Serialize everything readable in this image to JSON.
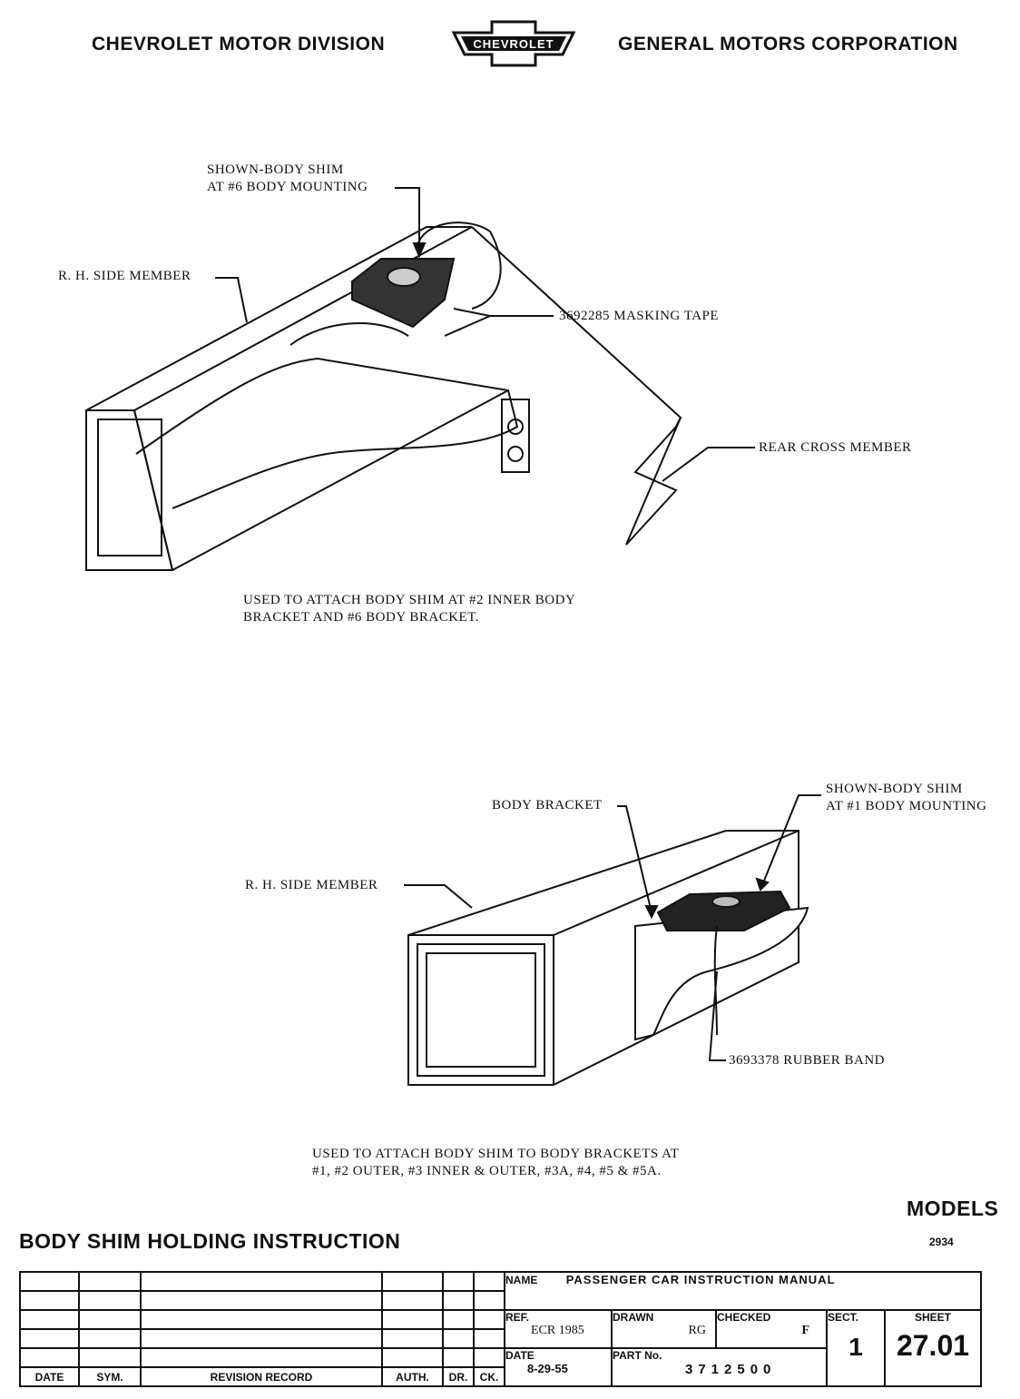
{
  "header": {
    "left": "CHEVROLET MOTOR DIVISION",
    "logo": "CHEVROLET",
    "right": "GENERAL MOTORS CORPORATION"
  },
  "figure1": {
    "callout_shim": [
      "SHOWN-BODY SHIM",
      "AT #6 BODY MOUNTING"
    ],
    "callout_side": "R. H. SIDE MEMBER",
    "callout_tape": "3692285 MASKING TAPE",
    "callout_cross": "REAR CROSS MEMBER",
    "caption": [
      "USED TO ATTACH BODY SHIM AT #2 INNER BODY",
      "BRACKET AND #6 BODY BRACKET."
    ]
  },
  "figure2": {
    "callout_bracket": "BODY BRACKET",
    "callout_shim": [
      "SHOWN-BODY SHIM",
      "AT #1 BODY MOUNTING"
    ],
    "callout_side": "R. H. SIDE MEMBER",
    "callout_band": "3693378 RUBBER BAND",
    "caption": [
      "USED TO ATTACH BODY SHIM TO BODY BRACKETS AT",
      "#1, #2 OUTER, #3 INNER & OUTER, #3A, #4, #5 & #5A."
    ]
  },
  "footer": {
    "title": "BODY SHIM HOLDING INSTRUCTION",
    "models_label": "MODELS",
    "models_value": "2934"
  },
  "title_block": {
    "revision_headers": [
      "DATE",
      "SYM.",
      "REVISION RECORD",
      "AUTH.",
      "DR.",
      "CK."
    ],
    "name_label": "NAME",
    "name_value": "PASSENGER CAR INSTRUCTION MANUAL",
    "ref_label": "REF.",
    "ref_value": "ECR 1985",
    "drawn_label": "DRAWN",
    "drawn_value": "RG",
    "checked_label": "CHECKED",
    "checked_value": "F",
    "sect_label": "SECT.",
    "sect_value": "1",
    "sheet_label": "SHEET",
    "sheet_value": "27.01",
    "date_label": "DATE",
    "date_value": "8-29-55",
    "part_label": "PART No.",
    "part_value": "3712500"
  }
}
